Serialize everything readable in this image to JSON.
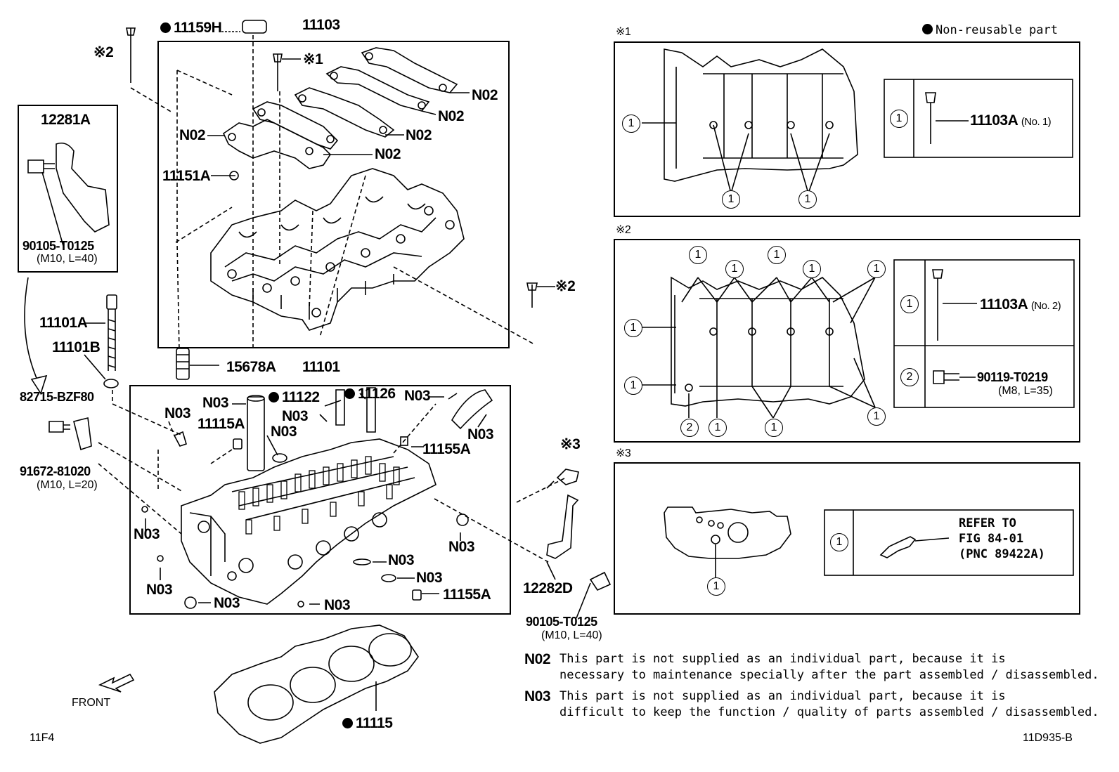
{
  "legend": {
    "non_reusable": "Non-reusable part"
  },
  "main": {
    "labels": {
      "p11159H": "11159H",
      "p11103": "11103",
      "ref2_top": "※2",
      "ref1_top": "※1",
      "n02_a": "N02",
      "n02_b": "N02",
      "n02_c": "N02",
      "n02_d": "N02",
      "n02_e": "N02",
      "p11151A": "11151A",
      "p12281A": "12281A",
      "p90105_a": "90105-T0125",
      "p90105_a_spec": "(M10, L=40)",
      "p11101A": "11101A",
      "p11101B": "11101B",
      "ref2_right": "※2",
      "p15678A": "15678A",
      "p11101": "11101",
      "p82715": "82715-BZF80",
      "p91672": "91672-81020",
      "p91672_spec": "(M10, L=20)",
      "n03_1": "N03",
      "n03_2": "N03",
      "n03_3": "N03",
      "n03_4": "N03",
      "n03_5": "N03",
      "n03_6": "N03",
      "n03_7": "N03",
      "n03_8": "N03",
      "n03_9": "N03",
      "n03_10": "N03",
      "n03_11": "N03",
      "n03_12": "N03",
      "n03_13": "N03",
      "p11115A": "11115A",
      "p11122": "11122",
      "p11126": "11126",
      "p11155A_a": "11155A",
      "p11155A_b": "11155A",
      "ref3": "※3",
      "p12282D": "12282D",
      "p90105_b": "90105-T0125",
      "p90105_b_spec": "(M10, L=40)",
      "p11115": "11115",
      "front": "FRONT",
      "page_code": "11F4",
      "fig_code": "11D935-B"
    }
  },
  "detail1": {
    "ref": "※1",
    "circle": "1",
    "part": "11103A",
    "part_note": "(No. 1)"
  },
  "detail2": {
    "ref": "※2",
    "circle1": "1",
    "circle2": "2",
    "part1": "11103A",
    "part1_note": "(No. 2)",
    "part2": "90119-T0219",
    "part2_spec": "(M8, L=35)"
  },
  "detail3": {
    "ref": "※3",
    "circle": "1",
    "refer_line1": "REFER TO",
    "refer_line2": "FIG 84-01",
    "refer_line3": "(PNC 89422A)"
  },
  "notes": [
    {
      "code": "N02",
      "line1": "This part is not supplied as an individual part, because it is",
      "line2": "necessary to maintenance specially after the part assembled / disassembled."
    },
    {
      "code": "N03",
      "line1": "This part is not supplied as an individual part, because it is",
      "line2": "difficult to keep the function / quality of parts assembled / disassembled."
    }
  ]
}
